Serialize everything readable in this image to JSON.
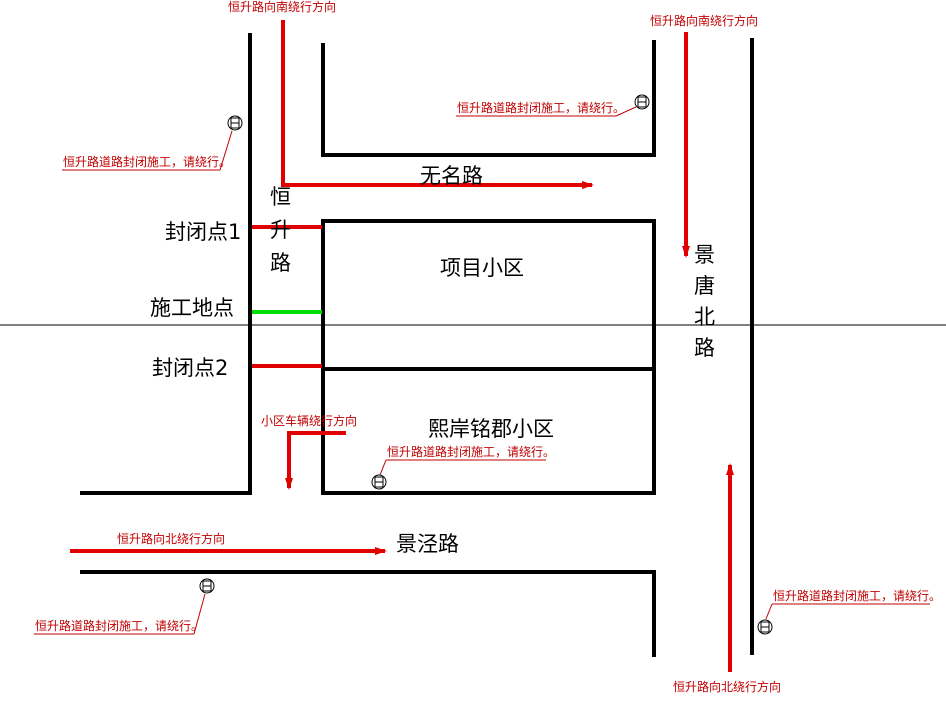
{
  "colors": {
    "road": "#000000",
    "detour": "#e00000",
    "closure": "#e00000",
    "construction": "#00dd00",
    "note": "#c00000"
  },
  "roads": {
    "hengsheng": "恒升路",
    "wuming": "无名路",
    "jingtang_north": "景唐北路",
    "jingjing": "景泾路"
  },
  "areas": {
    "project": "项目小区",
    "xian_mingjun": "熙岸铭郡小区"
  },
  "points": {
    "closure_1": "封闭点1",
    "construction_site": "施工地点",
    "closure_2": "封闭点2"
  },
  "detour_directions": {
    "south_top_left": "恒升路向南绕行方向",
    "south_top_right": "恒升路向南绕行方向",
    "community_vehicles": "小区车辆绕行方向",
    "north_bottom_left": "恒升路向北绕行方向",
    "north_bottom_right": "恒升路向北绕行方向"
  },
  "notices": {
    "sign_left_top": "恒升路道路封闭施工，请绕行。",
    "sign_right_top": "恒升路道路封闭施工，请绕行。",
    "sign_center": "恒升路道路封闭施工，请绕行。",
    "sign_bottom_left": "恒升路道路封闭施工，请绕行。",
    "sign_bottom_right": "恒升路道路封闭施工，请绕行。"
  },
  "icons": {
    "signboard": "construction-sign-icon"
  }
}
